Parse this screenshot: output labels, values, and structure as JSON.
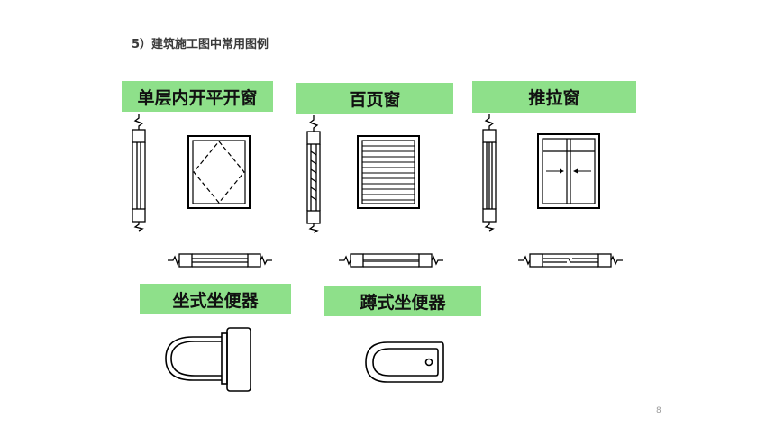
{
  "heading": "5）建筑施工图中常用图例",
  "labels": {
    "casement_window": "单层内开平开窗",
    "louver_window": "百页窗",
    "sliding_window": "推拉窗",
    "western_toilet": "坐式坐便器",
    "squat_toilet": "蹲式坐便器"
  },
  "page_number": "8",
  "colors": {
    "label_bg": "#8ee08a",
    "line": "#000000"
  }
}
